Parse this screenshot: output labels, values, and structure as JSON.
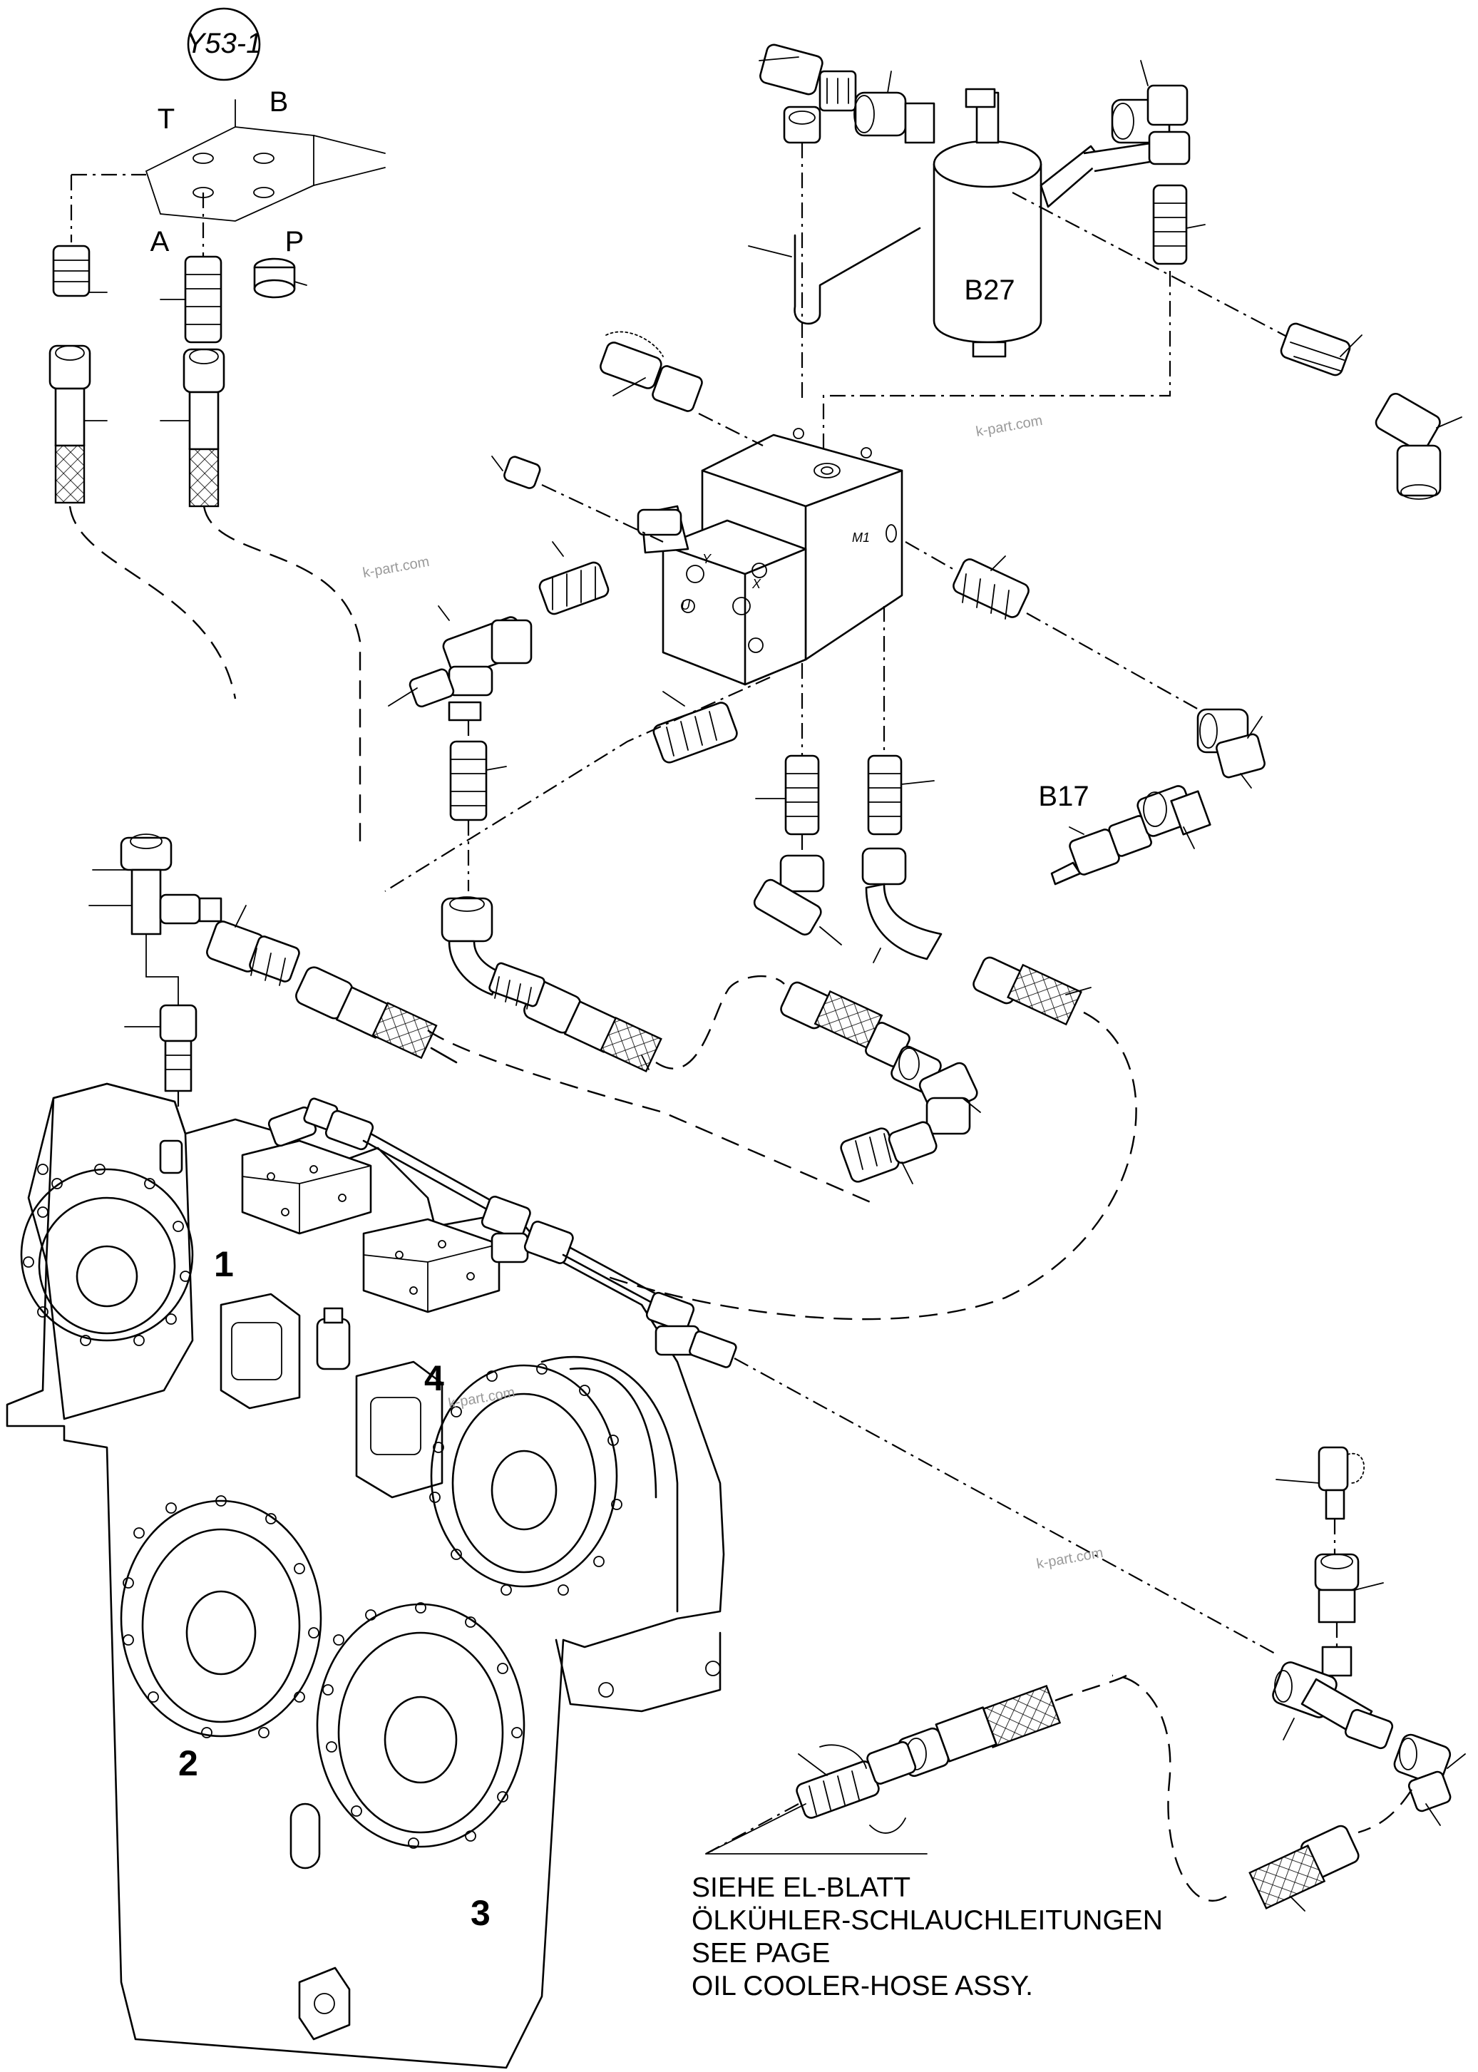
{
  "diagram": {
    "labels": {
      "valve_id": "Y53-1",
      "port_t": "T",
      "port_b": "B",
      "port_a": "A",
      "port_p": "P",
      "filter_id": "B27",
      "sensor_id": "B17",
      "block_m1": "M1",
      "block_y": "Y",
      "block_x": "X",
      "block_u": "U"
    },
    "pump_numbers": [
      "1",
      "2",
      "3",
      "4"
    ],
    "watermarks": [
      "k-part.com",
      "k-part.com",
      "k-part.com",
      "k-part.com"
    ],
    "note_lines": [
      "SIEHE EL-BLATT",
      "ÖLKÜHLER-SCHLAUCHLEITUNGEN",
      "SEE PAGE",
      "OIL COOLER-HOSE ASSY."
    ]
  }
}
